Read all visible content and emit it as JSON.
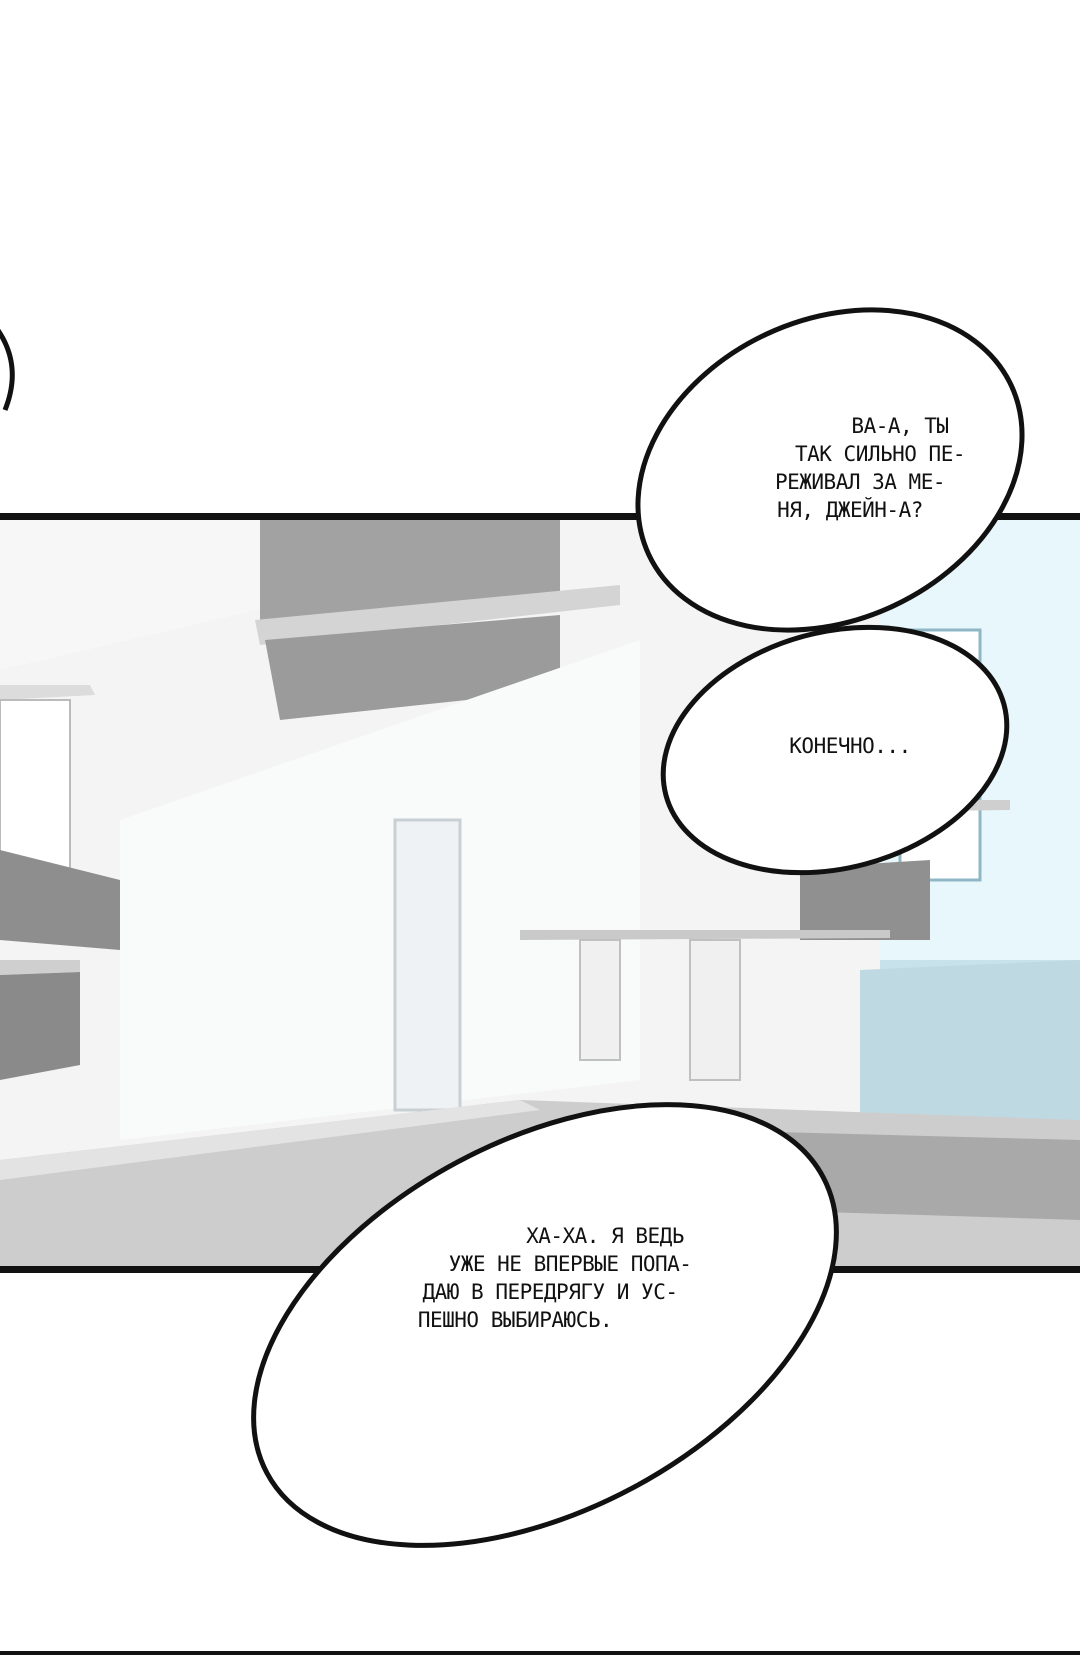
{
  "page": {
    "background": "#ffffff",
    "scene": "interior-room-background"
  },
  "bubbles": [
    {
      "id": "bubble-top",
      "lines": [
        "ВА-А, ТЫ",
        "ТАК СИЛЬНО ПЕ-",
        "РЕЖИВАЛ ЗА МЕ-",
        "НЯ, ДЖЕЙН-А?"
      ]
    },
    {
      "id": "bubble-middle",
      "lines": [
        "КОНЕЧНО..."
      ]
    },
    {
      "id": "bubble-bottom",
      "lines": [
        "ХА-ХА. Я ВЕДЬ",
        "УЖЕ НЕ ВПЕРВЫЕ ПОПА-",
        "ДАЮ В ПЕРЕДРЯГУ И УС-",
        "ПЕШНО ВЫБИРАЮСЬ."
      ]
    }
  ],
  "colors": {
    "ink": "#111111",
    "wall": "#f2f3f4",
    "shadow": "#9a9a9a",
    "window": "#e6f6fb"
  }
}
